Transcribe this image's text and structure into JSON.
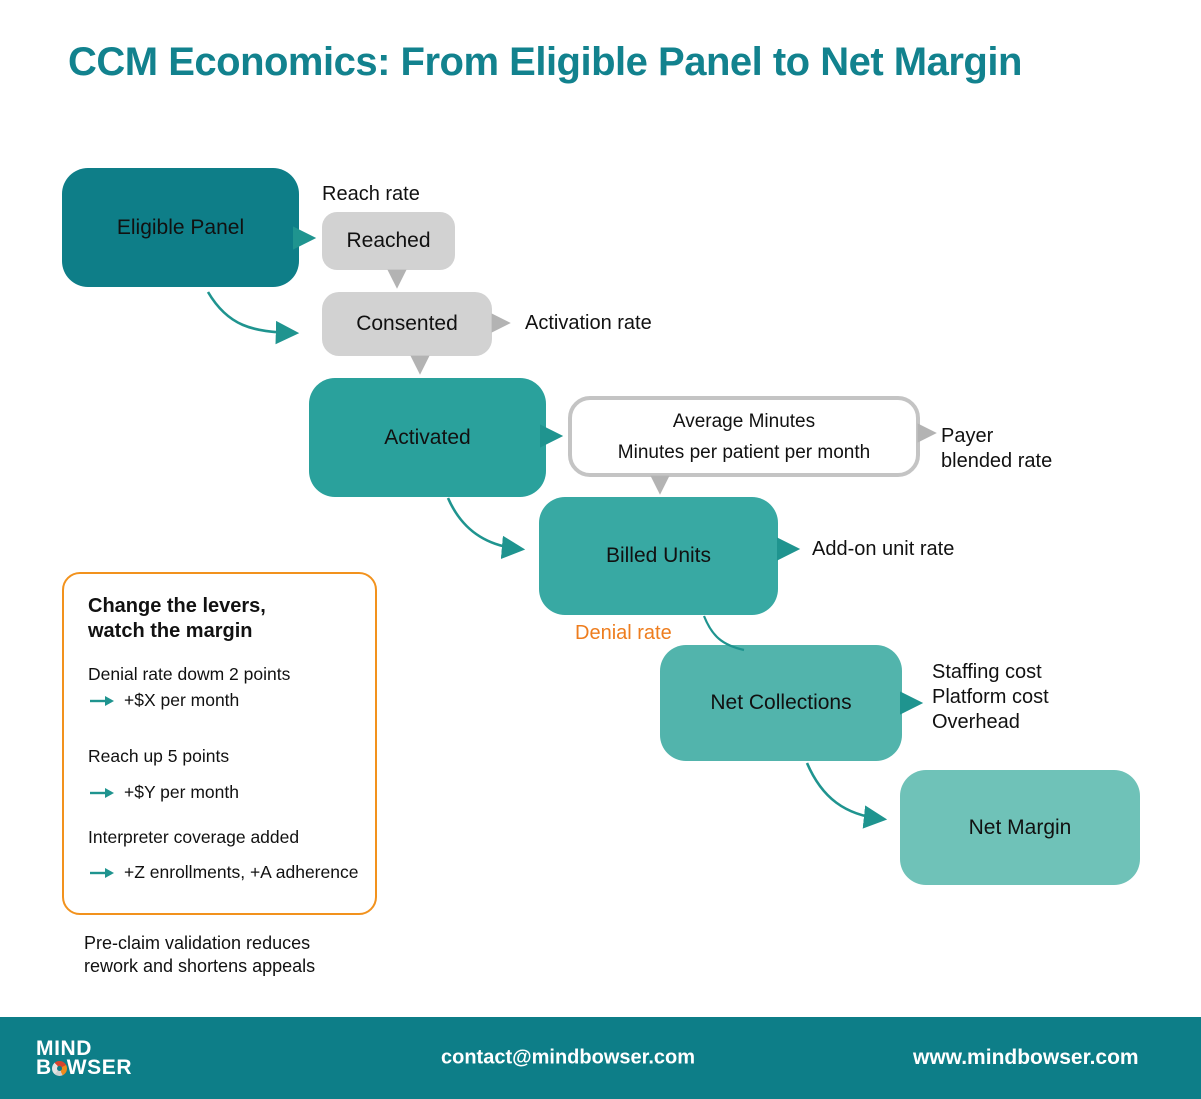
{
  "title": "CCM Economics: From Eligible Panel to Net Margin",
  "nodes": {
    "eligible_panel": {
      "label": "Eligible Panel"
    },
    "reached": {
      "label": "Reached"
    },
    "consented": {
      "label": "Consented"
    },
    "activated": {
      "label": "Activated"
    },
    "average_minutes": {
      "label": "Average Minutes\nMinutes per patient per month"
    },
    "billed_units": {
      "label": "Billed Units"
    },
    "net_collections": {
      "label": "Net Collections"
    },
    "net_margin": {
      "label": "Net Margin"
    }
  },
  "annotations": {
    "reach_rate": "Reach rate",
    "activation_rate": "Activation rate",
    "payer_blended_rate": "Payer\nblended rate",
    "add_on_unit_rate": "Add-on unit rate",
    "denial_rate": "Denial rate",
    "costs": "Staffing cost\nPlatform cost\nOverhead"
  },
  "levers_panel": {
    "heading": "Change the levers,\nwatch the margin",
    "items": [
      {
        "text": "Denial rate dowm 2 points",
        "result": "+$X per month"
      },
      {
        "text": "Reach up 5 points",
        "result": "+$Y per month"
      },
      {
        "text": "Interpreter coverage added",
        "result": "+Z enrollments, +A adherence"
      }
    ]
  },
  "note": "Pre-claim validation reduces\nrework and shortens appeals",
  "footer": {
    "logo_line1": "MIND",
    "logo_b": "B",
    "logo_wser": "WSER",
    "email": "contact@mindbowser.com",
    "website": "www.mindbowser.com"
  },
  "colors": {
    "title_teal": "#12828e",
    "node_dark_teal": "#0e7e88",
    "node_teal_activated": "#2aa19c",
    "node_teal_billed": "#38a9a3",
    "node_teal_netcollections": "#52b4ac",
    "node_teal_netmargin": "#6fc2b8",
    "node_gray": "#d2d2d2",
    "arrow_teal": "#1f948f",
    "arrow_gray": "#b3b3b3",
    "accent_orange_border": "#f2921d",
    "denial_rate_orange": "#ee7d1e",
    "footer_bg": "#0d7e88"
  }
}
